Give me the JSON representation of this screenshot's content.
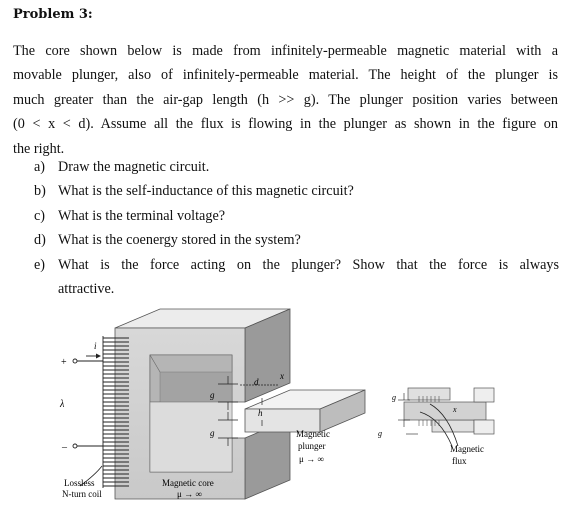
{
  "title": "Problem 3:",
  "paragraph_lines": [
    "The core shown below is made from infinitely-permeable magnetic material with a",
    "movable plunger, also of infinitely-permeable material. The height of the plunger is",
    "much greater than the air-gap length (h >> g). The plunger position varies between",
    "(0 < x < d). Assume all the flux is flowing in the plunger as shown in the figure on",
    "the right."
  ],
  "questions": [
    {
      "label": "a)",
      "lines": [
        "Draw the magnetic circuit."
      ]
    },
    {
      "label": "b)",
      "lines": [
        "What is the self-inductance of this magnetic circuit?"
      ]
    },
    {
      "label": "c)",
      "lines": [
        "What is the terminal voltage?"
      ]
    },
    {
      "label": "d)",
      "lines": [
        "What is the coenergy stored in the system?"
      ]
    },
    {
      "label": "e)",
      "lines": [
        "What is the force acting on the plunger? Show that the force is always",
        "attractive."
      ]
    }
  ],
  "figure": {
    "terminal_plus": "+",
    "current": "i",
    "voltage": "λ",
    "terminal_minus": "–",
    "coil_label_1": "Lossless",
    "coil_label_2": "N-turn coil",
    "core_label_1": "Magnetic core",
    "core_label_2": "μ → ∞",
    "plunger_label_1": "Magnetic",
    "plunger_label_2": "plunger",
    "plunger_label_3": "μ → ∞",
    "gap_g": "g",
    "dim_d": "d",
    "dim_x": "x",
    "dim_h": "h",
    "flux_label_1": "Magnetic",
    "flux_label_2": "flux"
  }
}
